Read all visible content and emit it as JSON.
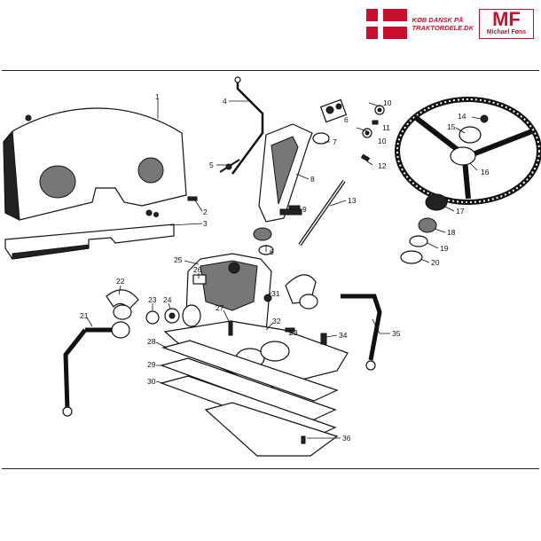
{
  "brand": {
    "line1": "KØB DANSK PÅ",
    "line2": "TRAKTORDELE.DK",
    "logo_letters": "MF",
    "logo_name": "Michael Føns",
    "flag_colors": {
      "red": "#c8102e",
      "white": "#ffffff"
    }
  },
  "diagram": {
    "labels": [
      "1",
      "2",
      "3",
      "4",
      "5",
      "6",
      "6",
      "7",
      "8",
      "9",
      "10",
      "10",
      "11",
      "12",
      "13",
      "14",
      "15",
      "16",
      "17",
      "18",
      "19",
      "20",
      "21",
      "22",
      "23",
      "24",
      "25",
      "26",
      "27",
      "28",
      "29",
      "30",
      "31",
      "32",
      "33",
      "34",
      "35",
      "36"
    ]
  }
}
